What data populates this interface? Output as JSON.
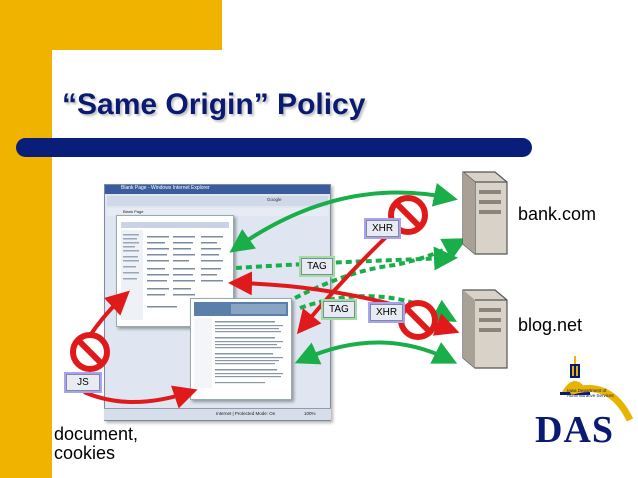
{
  "slide": {
    "title": "“Same Origin” Policy",
    "labels": {
      "bank": "bank.com",
      "blog": "blog.net",
      "document": "document,",
      "cookies": "cookies"
    },
    "tags": {
      "xhr_top": "XHR",
      "xhr_mid": "XHR",
      "tag_top": "TAG",
      "tag_mid": "TAG",
      "js": "JS"
    },
    "browser": {
      "window_title": "Blank Page - Windows Internet Explorer",
      "tab_title": "Blank Page",
      "search_hint": "Google",
      "status_text": "Internet | Protected Mode: On",
      "zoom": "100%"
    },
    "logo": {
      "text": "DAS",
      "subtitle": "Iowa Department of\nAdministrative Services"
    }
  },
  "colors": {
    "accent_yellow": "#f0b400",
    "navy": "#081e78",
    "title_blue": "#0a1a72",
    "arrow_green": "#1aae4a",
    "arrow_red": "#e01a1a"
  },
  "icons": [
    "server-icon",
    "prohibited-icon",
    "capitol-dome-icon"
  ]
}
